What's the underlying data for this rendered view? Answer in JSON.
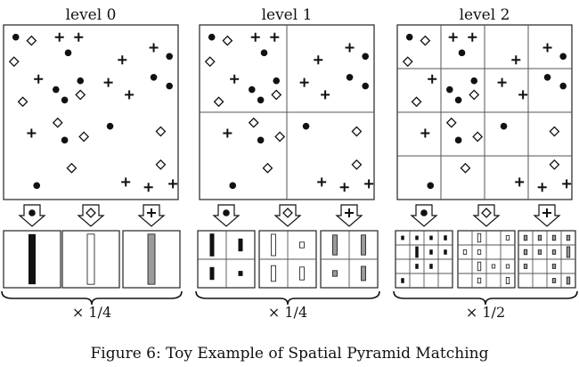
{
  "levels": [
    {
      "title": "level 0",
      "scale": "× 1/4",
      "divisions": 1,
      "points": [
        [
          "c",
          0.07,
          0.07
        ],
        [
          "d",
          0.16,
          0.09
        ],
        [
          "p",
          0.32,
          0.07
        ],
        [
          "p",
          0.43,
          0.07
        ],
        [
          "d",
          0.06,
          0.21
        ],
        [
          "c",
          0.37,
          0.16
        ],
        [
          "p",
          0.68,
          0.2
        ],
        [
          "p",
          0.86,
          0.13
        ],
        [
          "c",
          0.95,
          0.18
        ],
        [
          "p",
          0.2,
          0.31
        ],
        [
          "c",
          0.3,
          0.37
        ],
        [
          "c",
          0.44,
          0.32
        ],
        [
          "p",
          0.6,
          0.33
        ],
        [
          "c",
          0.86,
          0.3
        ],
        [
          "c",
          0.95,
          0.35
        ],
        [
          "d",
          0.11,
          0.44
        ],
        [
          "c",
          0.35,
          0.43
        ],
        [
          "d",
          0.44,
          0.4
        ],
        [
          "p",
          0.72,
          0.4
        ],
        [
          "p",
          0.16,
          0.62
        ],
        [
          "d",
          0.31,
          0.56
        ],
        [
          "c",
          0.35,
          0.66
        ],
        [
          "d",
          0.46,
          0.64
        ],
        [
          "c",
          0.61,
          0.58
        ],
        [
          "d",
          0.9,
          0.61
        ],
        [
          "d",
          0.39,
          0.82
        ],
        [
          "d",
          0.9,
          0.8
        ],
        [
          "c",
          0.19,
          0.92
        ],
        [
          "p",
          0.7,
          0.9
        ],
        [
          "p",
          0.83,
          0.93
        ],
        [
          "p",
          0.97,
          0.91
        ]
      ],
      "bars": [
        {
          "group": "circle",
          "cells": [
            [
              0,
              0,
              0.88
            ]
          ]
        },
        {
          "group": "diamond",
          "cells": [
            [
              0,
              0,
              0.88
            ]
          ]
        },
        {
          "group": "plus",
          "cells": [
            [
              0,
              0,
              0.88
            ]
          ]
        }
      ]
    },
    {
      "title": "level 1",
      "scale": "× 1/4",
      "divisions": 2,
      "points": [
        [
          "c",
          0.07,
          0.07
        ],
        [
          "d",
          0.16,
          0.09
        ],
        [
          "p",
          0.32,
          0.07
        ],
        [
          "p",
          0.43,
          0.07
        ],
        [
          "d",
          0.06,
          0.21
        ],
        [
          "c",
          0.37,
          0.16
        ],
        [
          "p",
          0.68,
          0.2
        ],
        [
          "p",
          0.86,
          0.13
        ],
        [
          "c",
          0.95,
          0.18
        ],
        [
          "p",
          0.2,
          0.31
        ],
        [
          "c",
          0.3,
          0.37
        ],
        [
          "c",
          0.44,
          0.32
        ],
        [
          "p",
          0.6,
          0.33
        ],
        [
          "c",
          0.86,
          0.3
        ],
        [
          "c",
          0.95,
          0.35
        ],
        [
          "d",
          0.11,
          0.44
        ],
        [
          "c",
          0.35,
          0.43
        ],
        [
          "d",
          0.44,
          0.4
        ],
        [
          "p",
          0.72,
          0.4
        ],
        [
          "p",
          0.16,
          0.62
        ],
        [
          "d",
          0.31,
          0.56
        ],
        [
          "c",
          0.35,
          0.66
        ],
        [
          "d",
          0.46,
          0.64
        ],
        [
          "c",
          0.61,
          0.58
        ],
        [
          "d",
          0.9,
          0.61
        ],
        [
          "d",
          0.39,
          0.82
        ],
        [
          "d",
          0.9,
          0.8
        ],
        [
          "c",
          0.19,
          0.92
        ],
        [
          "p",
          0.7,
          0.9
        ],
        [
          "p",
          0.83,
          0.93
        ],
        [
          "p",
          0.97,
          0.91
        ]
      ],
      "bars": [
        {
          "group": "circle",
          "cells": [
            [
              0,
              0,
              0.8
            ],
            [
              1,
              0,
              0.45
            ],
            [
              0,
              1,
              0.45
            ],
            [
              1,
              1,
              0.18
            ]
          ]
        },
        {
          "group": "diamond",
          "cells": [
            [
              0,
              0,
              0.75
            ],
            [
              1,
              0,
              0.2
            ],
            [
              0,
              1,
              0.55
            ],
            [
              1,
              1,
              0.45
            ]
          ]
        },
        {
          "group": "plus",
          "cells": [
            [
              0,
              0,
              0.7
            ],
            [
              1,
              0,
              0.7
            ],
            [
              0,
              1,
              0.2
            ],
            [
              1,
              1,
              0.5
            ]
          ]
        }
      ]
    },
    {
      "title": "level 2",
      "scale": "× 1/2",
      "divisions": 4,
      "points": [
        [
          "c",
          0.07,
          0.07
        ],
        [
          "d",
          0.16,
          0.09
        ],
        [
          "p",
          0.32,
          0.07
        ],
        [
          "p",
          0.43,
          0.07
        ],
        [
          "d",
          0.06,
          0.21
        ],
        [
          "c",
          0.37,
          0.16
        ],
        [
          "p",
          0.68,
          0.2
        ],
        [
          "p",
          0.86,
          0.13
        ],
        [
          "c",
          0.95,
          0.18
        ],
        [
          "p",
          0.2,
          0.31
        ],
        [
          "c",
          0.3,
          0.37
        ],
        [
          "c",
          0.44,
          0.32
        ],
        [
          "p",
          0.6,
          0.33
        ],
        [
          "c",
          0.86,
          0.3
        ],
        [
          "c",
          0.95,
          0.35
        ],
        [
          "d",
          0.11,
          0.44
        ],
        [
          "c",
          0.35,
          0.43
        ],
        [
          "d",
          0.44,
          0.4
        ],
        [
          "p",
          0.72,
          0.4
        ],
        [
          "p",
          0.16,
          0.62
        ],
        [
          "d",
          0.31,
          0.56
        ],
        [
          "c",
          0.35,
          0.66
        ],
        [
          "d",
          0.46,
          0.64
        ],
        [
          "c",
          0.61,
          0.58
        ],
        [
          "d",
          0.9,
          0.61
        ],
        [
          "d",
          0.39,
          0.82
        ],
        [
          "d",
          0.9,
          0.8
        ],
        [
          "c",
          0.19,
          0.92
        ],
        [
          "p",
          0.7,
          0.9
        ],
        [
          "p",
          0.83,
          0.93
        ],
        [
          "p",
          0.97,
          0.91
        ]
      ],
      "bars": [
        {
          "group": "circle",
          "cells": [
            [
              0,
              0,
              0.3
            ],
            [
              1,
              0,
              0.3
            ],
            [
              2,
              0,
              0.3
            ],
            [
              3,
              0,
              0.35
            ],
            [
              1,
              1,
              0.8
            ],
            [
              2,
              1,
              0.35
            ],
            [
              3,
              1,
              0.35
            ],
            [
              1,
              2,
              0.35
            ],
            [
              2,
              2,
              0.35
            ],
            [
              0,
              3,
              0.35
            ]
          ]
        },
        {
          "group": "diamond",
          "cells": [
            [
              1,
              0,
              0.6
            ],
            [
              3,
              0,
              0.3
            ],
            [
              0,
              1,
              0.3
            ],
            [
              1,
              1,
              0.3
            ],
            [
              1,
              2,
              0.6
            ],
            [
              2,
              2,
              0.25
            ],
            [
              3,
              2,
              0.25
            ],
            [
              1,
              3,
              0.35
            ],
            [
              3,
              3,
              0.45
            ]
          ]
        },
        {
          "group": "plus",
          "cells": [
            [
              0,
              0,
              0.35
            ],
            [
              1,
              0,
              0.35
            ],
            [
              2,
              0,
              0.35
            ],
            [
              3,
              0,
              0.35
            ],
            [
              0,
              1,
              0.35
            ],
            [
              1,
              1,
              0.3
            ],
            [
              2,
              1,
              0.3
            ],
            [
              3,
              1,
              0.75
            ],
            [
              0,
              2,
              0.3
            ],
            [
              2,
              2,
              0.3
            ],
            [
              2,
              3,
              0.3
            ],
            [
              3,
              3,
              0.5
            ]
          ]
        }
      ]
    }
  ],
  "caption": "Figure 6: Toy Example of Spatial Pyramid Matching",
  "colors": {
    "ink": "#111111",
    "bar_circle": "#111111",
    "bar_diamond": "#ffffff",
    "bar_plus": "#9a9a9a",
    "frame": "#222222",
    "grid": "#555555"
  }
}
